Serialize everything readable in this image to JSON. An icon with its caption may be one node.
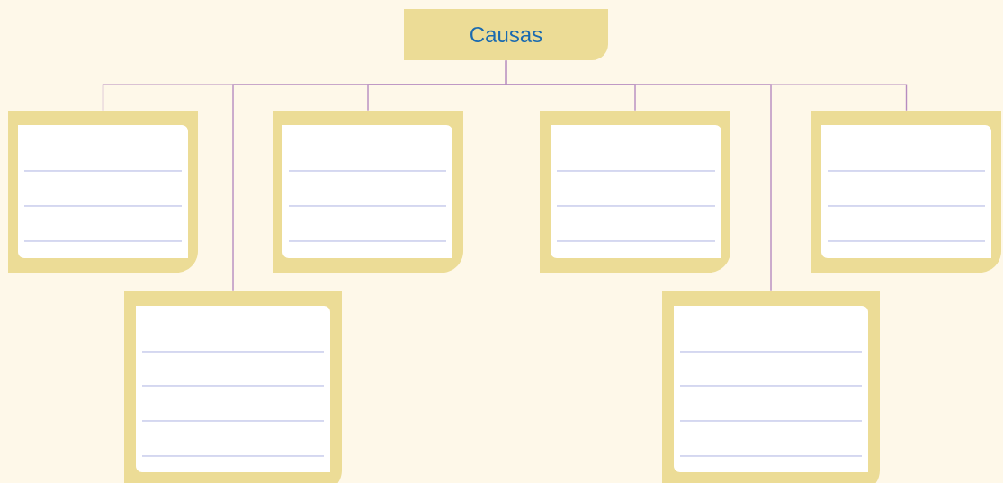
{
  "diagram": {
    "nodes": [
      {
        "text": [
          "Causas"
        ]
      },
      {
        "text": [],
        "shape": "box"
      },
      {
        "text": [],
        "shape": "box"
      },
      {
        "text": [],
        "shape": "box"
      },
      {
        "text": [],
        "shape": "box"
      },
      {
        "text": [],
        "shape": "box"
      },
      {
        "text": [],
        "shape": "box"
      }
    ],
    "edges": [
      {
        "from": 0,
        "to": 1,
        "arrow": "none"
      },
      {
        "from": 0,
        "to": 2,
        "arrow": "none"
      },
      {
        "from": 0,
        "to": 3,
        "arrow": "none"
      },
      {
        "from": 0,
        "to": 4,
        "arrow": "none"
      },
      {
        "from": 0,
        "to": 5,
        "arrow": "none"
      },
      {
        "from": 0,
        "to": 6,
        "arrow": "none"
      }
    ]
  }
}
